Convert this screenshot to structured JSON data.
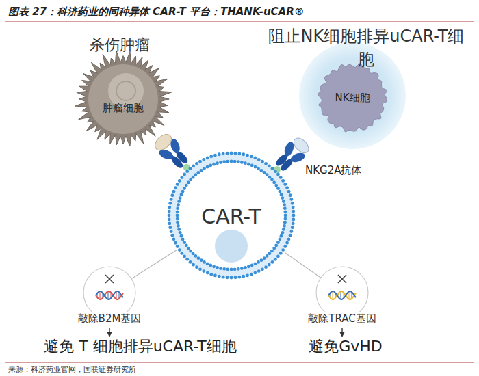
{
  "diagram": {
    "title": "图表 27：科济药业的同种异体 CAR-T 平台：THANK-uCAR®",
    "caption": "来源：科济药业官网，国联证券研究所",
    "nodes": [
      {
        "text": [
          "杀伤肿瘤",
          "肿瘤细胞"
        ]
      },
      {
        "text": [
          "阻止NK细胞排异uCAR-T细胞",
          "NK细胞"
        ]
      },
      {
        "text": [
          "CAR-T"
        ]
      },
      {
        "text": [
          "敲除B2M基因"
        ]
      },
      {
        "text": [
          "敲除TRAC基因"
        ]
      },
      {
        "text": [
          "避免 T 细胞排异uCAR-T细胞"
        ]
      },
      {
        "text": [
          "避免GvHD"
        ]
      }
    ],
    "edges": [
      {
        "from": 2,
        "to": 3,
        "arrow": "none"
      },
      {
        "from": 2,
        "to": 4,
        "arrow": "none"
      },
      {
        "from": 3,
        "to": 5,
        "arrow": "to"
      },
      {
        "from": 4,
        "to": 6,
        "arrow": "to"
      }
    ],
    "labels": [
      "NKG2A抗体"
    ]
  }
}
